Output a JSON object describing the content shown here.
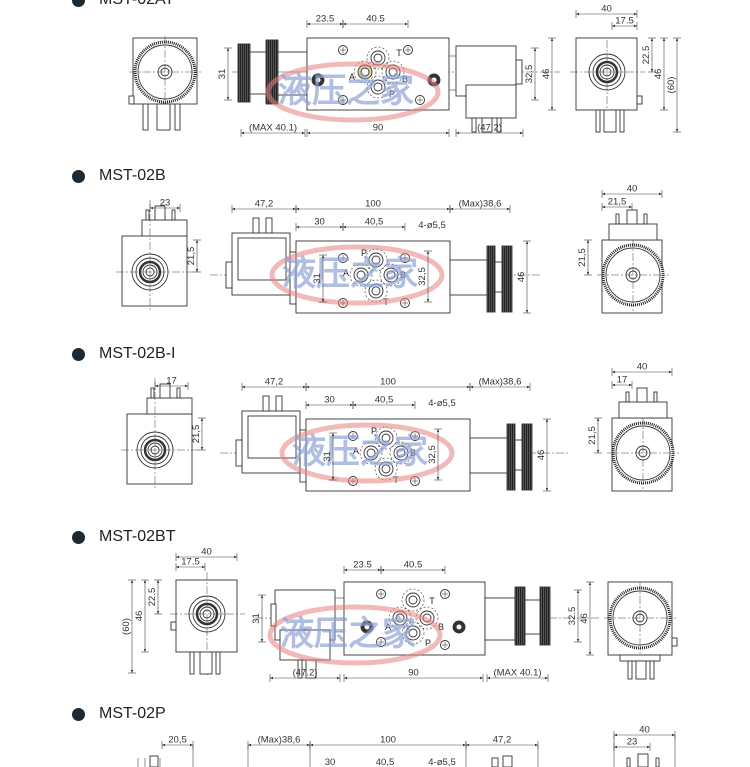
{
  "watermark": {
    "text": "液压之家",
    "blue": "#8fa3d6",
    "red": "#e88080"
  },
  "sections": [
    {
      "title": "MST-02AT",
      "dims": {
        "a": "23.5",
        "b": "40.5",
        "c": "32.5",
        "d": "46",
        "e": "31",
        "f": "(MAX 40.1)",
        "g": "90",
        "h": "(47.2)",
        "i": "40",
        "j": "17.5",
        "k": "22.5",
        "l": "46",
        "m": "(60)"
      },
      "ports": {
        "t": "T",
        "a": "A",
        "b": "B",
        "p": "P"
      }
    },
    {
      "title": "MST-02B",
      "dims": {
        "a": "23",
        "b": "21,5",
        "c": "47,2",
        "d": "100",
        "e": "(Max)38,6",
        "f": "30",
        "g": "40,5",
        "h": "4-ø5,5",
        "i": "31",
        "j": "32,5",
        "k": "46",
        "l": "40",
        "m": "21,5",
        "n": "21,5"
      },
      "ports": {
        "t": "T",
        "a": "A",
        "b": "B",
        "p": "P"
      }
    },
    {
      "title": "MST-02B-I",
      "dims": {
        "a": "17",
        "b": "21,5",
        "c": "47,2",
        "d": "100",
        "e": "(Max)38,6",
        "f": "30",
        "g": "40,5",
        "h": "4-ø5,5",
        "i": "31",
        "j": "32,5",
        "k": "46",
        "l": "40",
        "m": "17",
        "n": "21,5"
      },
      "ports": {
        "t": "T",
        "a": "A",
        "b": "B",
        "p": "P"
      }
    },
    {
      "title": "MST-02BT",
      "dims": {
        "a": "40",
        "b": "17.5",
        "c": "22.5",
        "d": "46",
        "e": "(60)",
        "f": "23.5",
        "g": "40.5",
        "h": "31",
        "i": "32.5",
        "j": "46",
        "k": "(47.2)",
        "l": "90",
        "m": "(MAX 40.1)"
      },
      "ports": {
        "t": "T",
        "a": "A",
        "b": "B",
        "p": "P"
      }
    },
    {
      "title": "MST-02P",
      "dims": {
        "a": "20,5",
        "b": "(Max)38,6",
        "c": "100",
        "d": "47,2",
        "e": "40",
        "f": "23",
        "g": "30",
        "h": "40,5",
        "i": "4-ø5,5"
      }
    }
  ]
}
